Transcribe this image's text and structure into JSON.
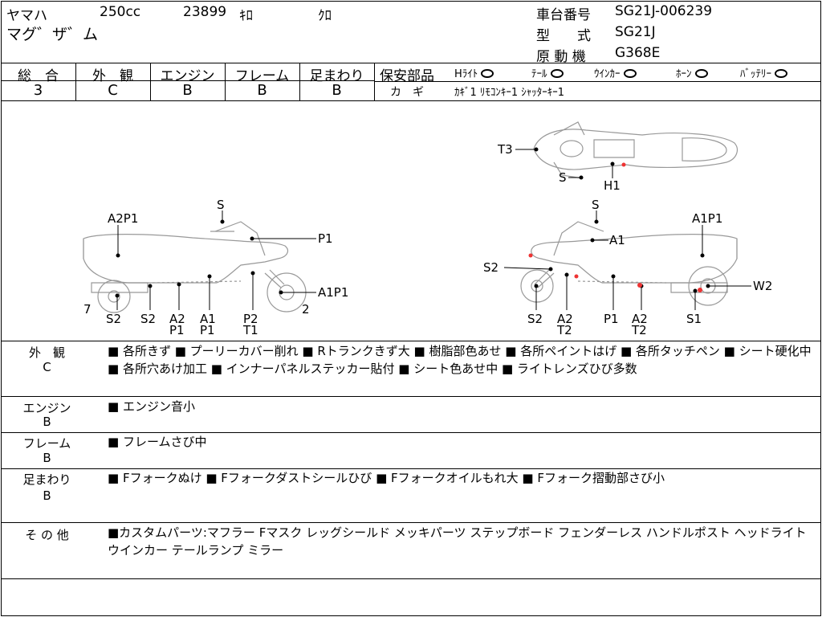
{
  "header": {
    "maker": "ヤマハ",
    "displacement": "250cc",
    "mileage": "23899",
    "mileage_unit": "ｷﾛ",
    "color": "ｸﾛ",
    "model_name": "マグ゛ザ゛ム",
    "frame_no_label": "車台番号",
    "frame_no": "SG21J-006239",
    "type_label": "型　　式",
    "type_value": "SG21J",
    "engine_label": "原 動 機",
    "engine_value": "G368E"
  },
  "grades": [
    {
      "label": "総　合",
      "value": "3"
    },
    {
      "label": "外　観",
      "value": "C"
    },
    {
      "label": "エンジン",
      "value": "B"
    },
    {
      "label": "フレーム",
      "value": "B"
    },
    {
      "label": "足まわり",
      "value": "B"
    }
  ],
  "safety": {
    "label": "保安部品",
    "items": [
      {
        "name": "Hﾗｲﾄ"
      },
      {
        "name": "ﾃｰﾙ"
      },
      {
        "name": "ｳｲﾝｶｰ"
      },
      {
        "name": "ﾎｰﾝ"
      },
      {
        "name": "ﾊﾞｯﾃﾘｰ"
      }
    ],
    "key_label": "カ　ギ",
    "key_value": "ｶｷﾞ1 ﾘﾓｺﾝｷｰ1 ｼｬｯﾀｰｷｰ1"
  },
  "diagram": {
    "top_labels": [
      "T3",
      "S",
      "H1"
    ],
    "left_labels": [
      "S",
      "A2P1",
      "P1",
      "A1P1",
      "7",
      "2",
      "S2",
      "S2",
      "A2",
      "P1",
      "A1",
      "P1",
      "P2",
      "T1"
    ],
    "right_labels": [
      "S",
      "A1P1",
      "A1",
      "S2",
      "W2",
      "S2",
      "A2",
      "T2",
      "P1",
      "A2",
      "T2",
      "S1"
    ]
  },
  "details": [
    {
      "category": "外　観",
      "grade": "C",
      "text": "■ 各所きず ■ プーリーカバー削れ ■ Rトランクきず大 ■ 樹脂部色あせ ■ 各所ペイントはげ ■ 各所タッチペン ■ シート硬化中 ■ 各所穴あけ加工 ■ インナーパネルステッカー貼付 ■ シート色あせ中 ■ ライトレンズひび多数"
    },
    {
      "category": "エンジン",
      "grade": "B",
      "text": "■ エンジン音小"
    },
    {
      "category": "フレーム",
      "grade": "B",
      "text": "■ フレームさび中"
    },
    {
      "category": "足まわり",
      "grade": "B",
      "text": "■ Fフォークぬけ ■ Fフォークダストシールひび ■ Fフォークオイルもれ大 ■ Fフォーク摺動部さび小"
    },
    {
      "category": "そ の 他",
      "grade": "",
      "text": "■カスタムパーツ:マフラー Fマスク レッグシールド メッキパーツ ステップボード フェンダーレス ハンドルポスト ヘッドライト ウインカー テールランプ ミラー"
    }
  ]
}
